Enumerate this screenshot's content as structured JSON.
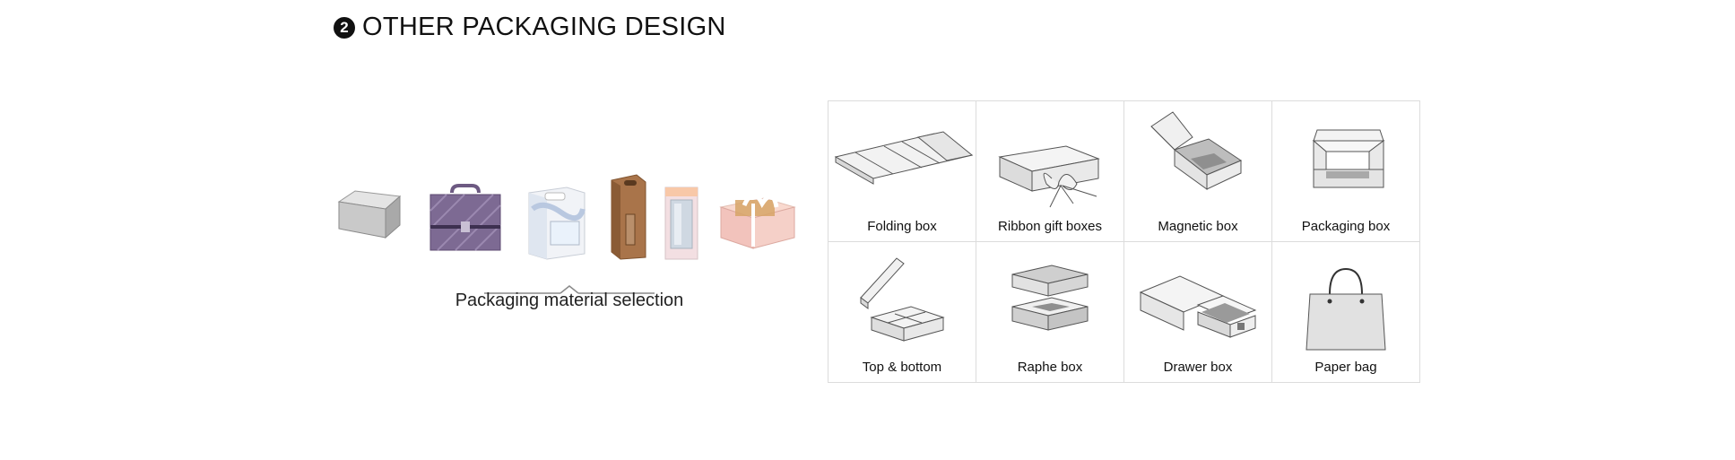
{
  "header": {
    "number": "2",
    "title": "OTHER PACKAGING DESIGN"
  },
  "materials": {
    "items": [
      "tin-box",
      "purple-suitcase-box",
      "window-handle-box",
      "kraft-window-bag",
      "clear-window-tube-box",
      "ribbon-pastry-box"
    ],
    "selection_label": "Packaging material selection"
  },
  "box_types": {
    "items": [
      {
        "label": "Folding box",
        "icon": "folding-box-icon"
      },
      {
        "label": "Ribbon gift boxes",
        "icon": "ribbon-gift-box-icon"
      },
      {
        "label": "Magnetic box",
        "icon": "magnetic-box-icon"
      },
      {
        "label": "Packaging box",
        "icon": "packaging-box-icon"
      },
      {
        "label": "Top & bottom",
        "icon": "top-bottom-box-icon"
      },
      {
        "label": "Raphe box",
        "icon": "raphe-box-icon"
      },
      {
        "label": "Drawer box",
        "icon": "drawer-box-icon"
      },
      {
        "label": "Paper bag",
        "icon": "paper-bag-icon"
      }
    ]
  }
}
